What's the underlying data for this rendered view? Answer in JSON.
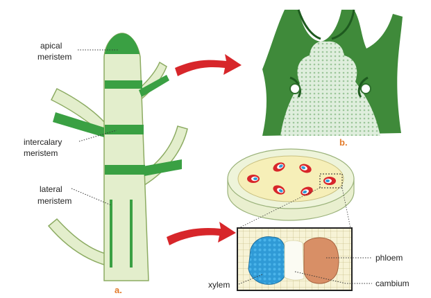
{
  "labels": {
    "apical_1": "apical",
    "apical_2": "meristem",
    "intercalary_1": "intercalary",
    "intercalary_2": "meristem",
    "lateral_1": "lateral",
    "lateral_2": "meristem",
    "xylem": "xylem",
    "phloem": "phloem",
    "cambium": "cambium"
  },
  "panel_letters": {
    "a": "a.",
    "b": "b."
  },
  "colors": {
    "stem_fill": "#e3eecc",
    "stem_stroke": "#8cab62",
    "meristem_band": "#3aa043",
    "arrow": "#d7262a",
    "letter": "#e37b2a",
    "xylem": "#2f9ad6",
    "phloem": "#d88f66",
    "tissue_green": "#3f8a3a",
    "disc_top": "#f6efb8"
  }
}
